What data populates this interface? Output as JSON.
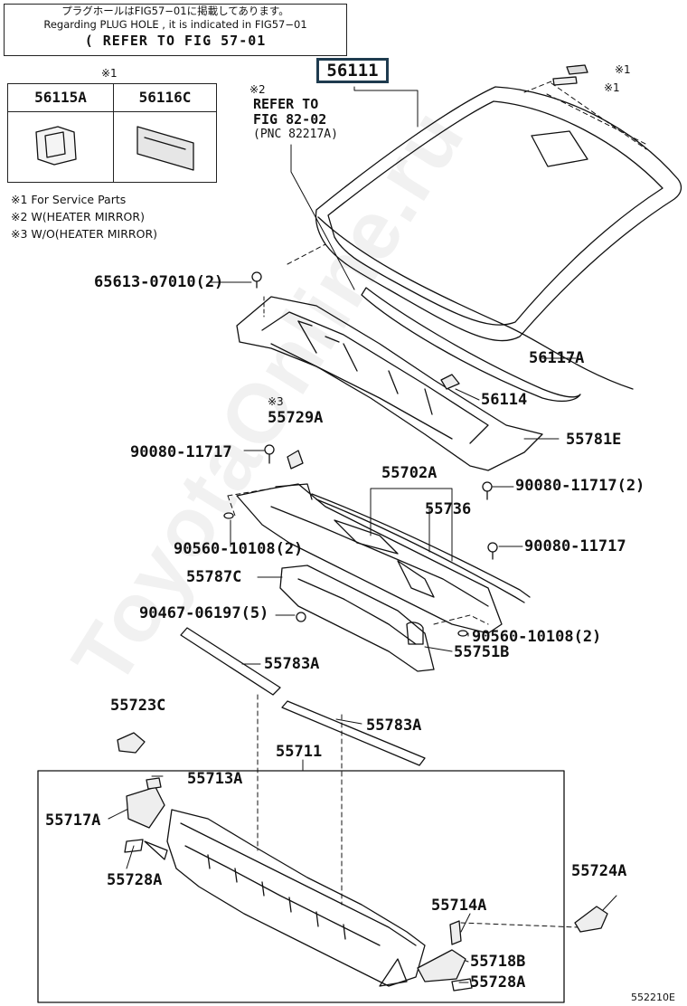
{
  "watermark": "ToyotaOnline.ru",
  "top_note": {
    "line1": "プラグホールはFIG57−01に掲載してあります。",
    "line2": "Regarding PLUG HOLE , it is indicated in FIG57−01",
    "line3": "( REFER TO FIG 57-01"
  },
  "main_part": "56111",
  "legend": {
    "mark": "※1",
    "items": [
      "56115A",
      "56116C"
    ]
  },
  "refer_note": {
    "mark": "※2",
    "line1": "REFER TO",
    "line2": "FIG 82-02",
    "line3": "(PNC 82217A)"
  },
  "footnotes": [
    "※1 For Service Parts",
    "※2 W(HEATER MIRROR)",
    "※3 W/O(HEATER MIRROR)"
  ],
  "marks": {
    "service_1": "※1",
    "service_2": "※1",
    "heater_wo": "※3"
  },
  "parts": {
    "p65613": "65613-07010(2)",
    "p56117A": "56117A",
    "p56114": "56114",
    "p55729A": "55729A",
    "p55781E": "55781E",
    "p90080_a": "90080-11717",
    "p55702A": "55702A",
    "p90080_b": "90080-11717(2)",
    "p55736": "55736",
    "p90560_a": "90560-10108(2)",
    "p90080_c": "90080-11717",
    "p55787C": "55787C",
    "p90467": "90467-06197(5)",
    "p90560_b": "90560-10108(2)",
    "p55751B": "55751B",
    "p55783A_a": "55783A",
    "p55723C": "55723C",
    "p55783A_b": "55783A",
    "p55711": "55711",
    "p55713A": "55713A",
    "p55717A": "55717A",
    "p55728A_a": "55728A",
    "p55724A": "55724A",
    "p55714A": "55714A",
    "p55718B": "55718B",
    "p55728A_b": "55728A"
  },
  "figure_number": "552210E"
}
